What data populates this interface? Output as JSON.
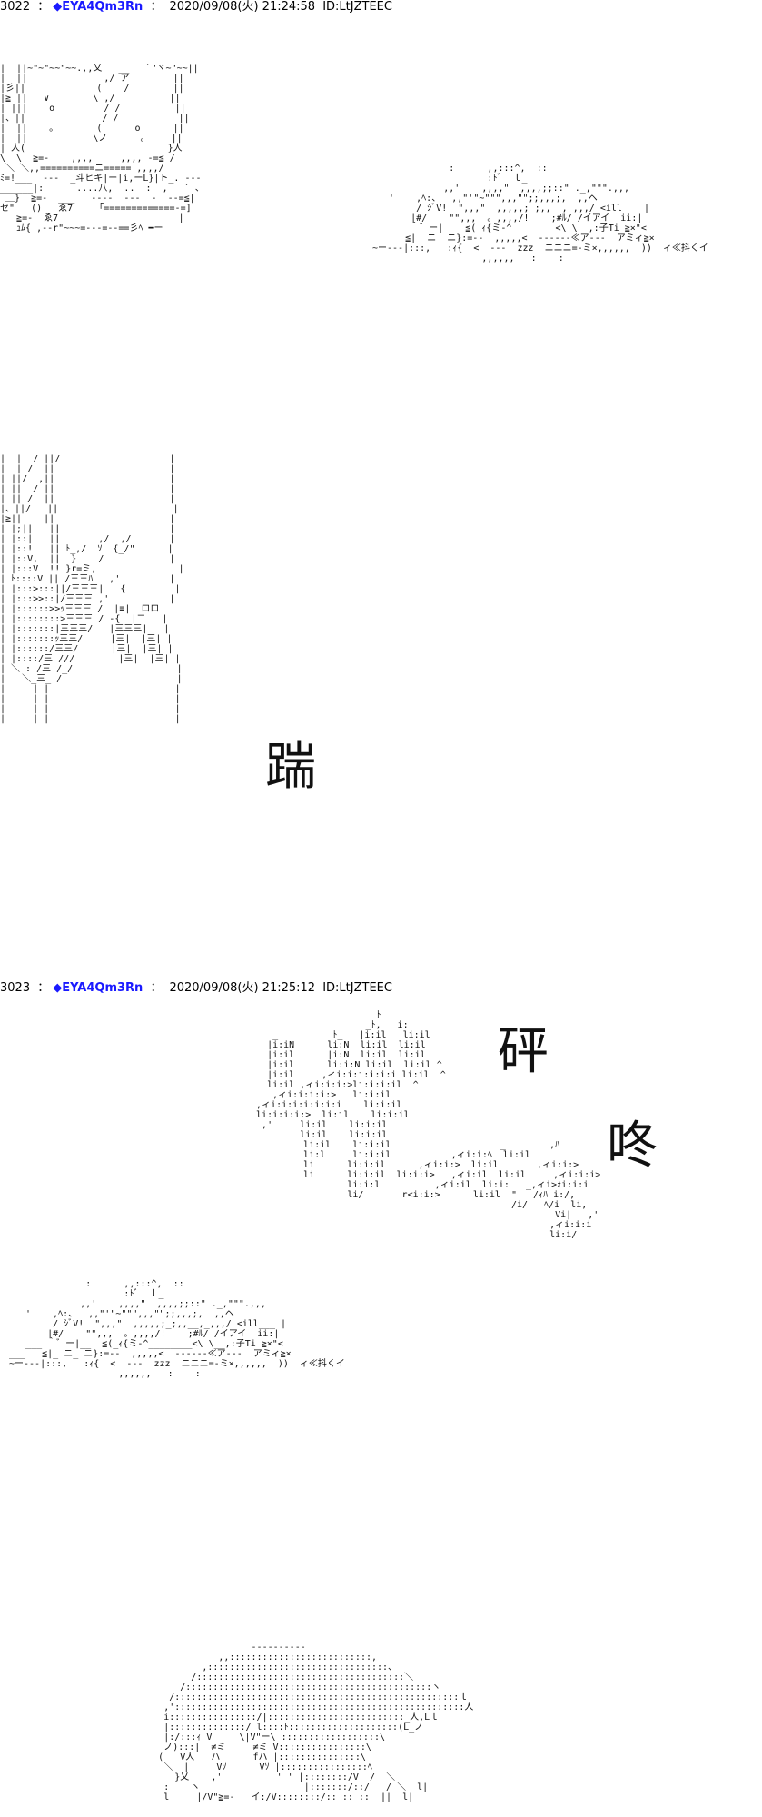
{
  "posts": [
    {
      "number": "3022",
      "colon": "：",
      "name": "◆EYA4Qm3Rn",
      "separator": "：",
      "date": "2020/09/08(火) 21:24:58",
      "id": "ID:LtJZTEEC",
      "panel1": {
        "monitor_art": "|  ||~\"~\"~~\"~~.,,乂   __   `\"ヾ~\"~~||\n|  ||              ,/ ア        ||\n|彡||             (    /        ||\n|≧ ||   ∨        \\ ,/          ||\n| |||    o         / /          ||\n|、||              / /           ||\n|  ||    。       (      o      ||\n|  ||            \\ノ      。    ||\n| 人(                          }人\n\\  \\  ≧=-    ,,,,     ,,,, -=≦ /\n ＼ ＼,,==========ニ===== ,,,,/\nﾐ=!___  ---  _斗ヒキ|ー|i,ーL}|ト_. ---\n______|:      ....八,  ..  :  ,   ` 、\n ＿}  ≧=-  ___   ----  ---  -  --=≦|\nセ\"   ()   ゑ7    「=============-=]\n   ≧=-  ゑ7   ___________________|__\n  _ｭﾑ{_,--r\"~~~=---=--==彡ﾍ ━ー",
        "rubble_art": "              :      ,,:::^,  ::\n                     :ﾄﾞ  ｌ_\n             ,,'    ,,,,\"  ,,,,;;::\" ._,\"\"\".,,,\n   '    ,ﾍ:、  ,,\"'\"~\"\"\",,,\"\";;,,,;,  ,,ヘ\n        / ｼﾞV!  \",,,\"  ,,,,,;_;,,__,_,,,/ <ill___ |\n       |#/    \"\",,,  。,,,,/!    ;#ﾙ/ /イアイ  ii:|\n   ___ ｀゛ー|__  ≦(_ｨ{ミ-^________<\\ \\__,:子Ti ≧×\"<\n___   ≦|_ ニ_ ニ}:=--  ,,,,,<  ------≪ア---  アミィ≧×\n~ー---|:::,   :ｨ{  <  ---  zzz  ニニニ=-ミ×,,,,,,  ))  ィ≪抖くイ\n                    ,,,,,,   :    :"
      },
      "panel2": {
        "figure_art": "|  |  / ||/                    |\n|  | /  ||                     |\n| ||/  ,||                     |\n| ||  / ||                     |\n| || /  ||                     |\n|、||/   ||                     |\n|≧||    ||                     |\n| |;||   ||                    |\n| |::|   ||       ,/  ,/       |\n| |::!   || ﾄ_,/  ｿ  {_/\"      |\n| |::V,  ||  }    /            |\n| |:::V  !! }r=ミ,               |\n| ﾄ::::V || /三三ﾊ   ,'         |\n| |:::>:::||/三三三|   {         |\n| |:::>>::|/三三三 ,'           |\n| |::::::>>ｯ三三三 /  |≡|  ロロ  |\n| |::::::::>三三三 / -{  |二   |\n| |:::::::|三三三/   |三三三|   |\n| |:::::::ｯ三三/     |三|  |三| |\n| |::::::/三三/      |三|  |三| |\n| |::::/三 ///        |三|  |三| |\n| ＼ : /三 /_/                   |\n|   ＼_三_ /                     |\n|     | |                       |\n|     | |                       |\n|     | |                       |\n|     | |                       |",
        "sfx": "踹"
      }
    },
    {
      "number": "3023",
      "colon": "：",
      "name": "◆EYA4Qm3Rn",
      "separator": "：",
      "date": "2020/09/08(火) 21:25:12",
      "id": "ID:LtJZTEEC",
      "panel3": {
        "crack_art": "                        ﾄ\n                      _ﾄ,   i:\n     _          ﾄ_   |i:il   li:il\n    |i:iN      li:N  li:il  li:il\n    |i:il      |i:N  li:il  li:il\n    |i:il      li:i:N li:il  li:il ^\n    |i:il     ,ィi:i:i:i:i:i li:il  ^\n    li:il ,ィi:i:i:>li:i:i:il  ^\n     ,ィi:i:i:i:>   li:i:il\n  ,ィi:i:i:i:i:i:i    li:i:il\n  li:i:i:i:>  li:il    li:i:il\n   ,'     li:il    li:i:il\n          li:il    li:i:il",
        "crack_art2": "         li:il    li:i:il                    _        ,ﾊ\n         li:l     li:i:il           ,ィi:i:ﾍ  li:il\n         li      li:i:il      ,ィi:i:>  li:il       ,ィi:i:>\n         li      li:i:il  li:i:i>   ,ィi:il  li:il     ,ィi:i:i>\n                 li:i:l          ,ィi:il  li:i:   _,ィi>ｫi:i:i\n                 li/       r<i:i:>      li:il  \"   /ｨﾊ i:/,\n                                               /i/   ﾍ/i  li,\n                                                       Vi|   ,'\n                                                      ,ィi:i:i\n                                                      li:i/",
        "rubble_art": "              :      ,,:::^,  ::\n                     :ﾄﾞ  ｌ_\n             ,,'    ,,,,\"  ,,,,;;::\" ._,\"\"\".,,,\n   '    ,ﾍ:、  ,,\"'\"~\"\"\",,,\"\";;,,,;,  ,,ヘ\n        / ｼﾞV!  \",,,\"  ,,,,,;_;,,__,_,,,/ <ill___ |\n       |#/    \"\",,,  。,,,,/!    ;#ﾙ/ /イアイ  ii:|\n   ___ ｀゛ー|__  ≦(_ｨ{ミ-^________<\\ \\__,:子Ti ≧×\"<\n___   ≦|_ ニ_ ニ}:=--  ,,,,,<  ------≪ア---  アミィ≧×\n~ー---|:::,   :ｨ{  <  ---  zzz  ニニニ=-ミ×,,,,,,  ))  ィ≪抖くイ\n                    ,,,,,,   :    :",
        "sfx_1": "砰",
        "sfx_2": "咚"
      },
      "panel4": {
        "face_art": "                          ----------\n                    ,,::::::::::::::::::::::::::,\n                 ,:::::::::::::::::::::::::::::::::、\n               /::::::::::::::::::::::::::::::::::::::＼\n             /:::::::::::::::::::::::::::::::::::::::::::::ヽ\n           /::::::::::::::::::::::::::::::::::::::::::::::::::::ｌ\n          ,':::::::::::::::::::::::::::::::::::::::::::::::::::::人\n          i::::::::::::::::/|:::::::::::::::::::::::::_人,Lｌ\n          |::::::::::::::/ l::::ﾄ::::::::::::::::::::(L_ノ\n          |:/:::ｨ V     \\|V\"ー\\ ::::::::::::::::::\\\n          ノ):::|  ≠ミ     ≠ミ V::::::::::::::::\\\n         (   V人   ハ      fハ |:::::::::::::::\\\n          ＼  |     Vｿ      Vｿ |::::::::::::::::ﾍ\n            }乂__  ,'          ' ' |::::::::/V  /  ＼\n          :    ヽ                   |:::::::/::/   / ＼  l|\n          l     |/V\"≧=-   イ:/V::::::::/:: :: ::  ||  l|"
      }
    }
  ]
}
